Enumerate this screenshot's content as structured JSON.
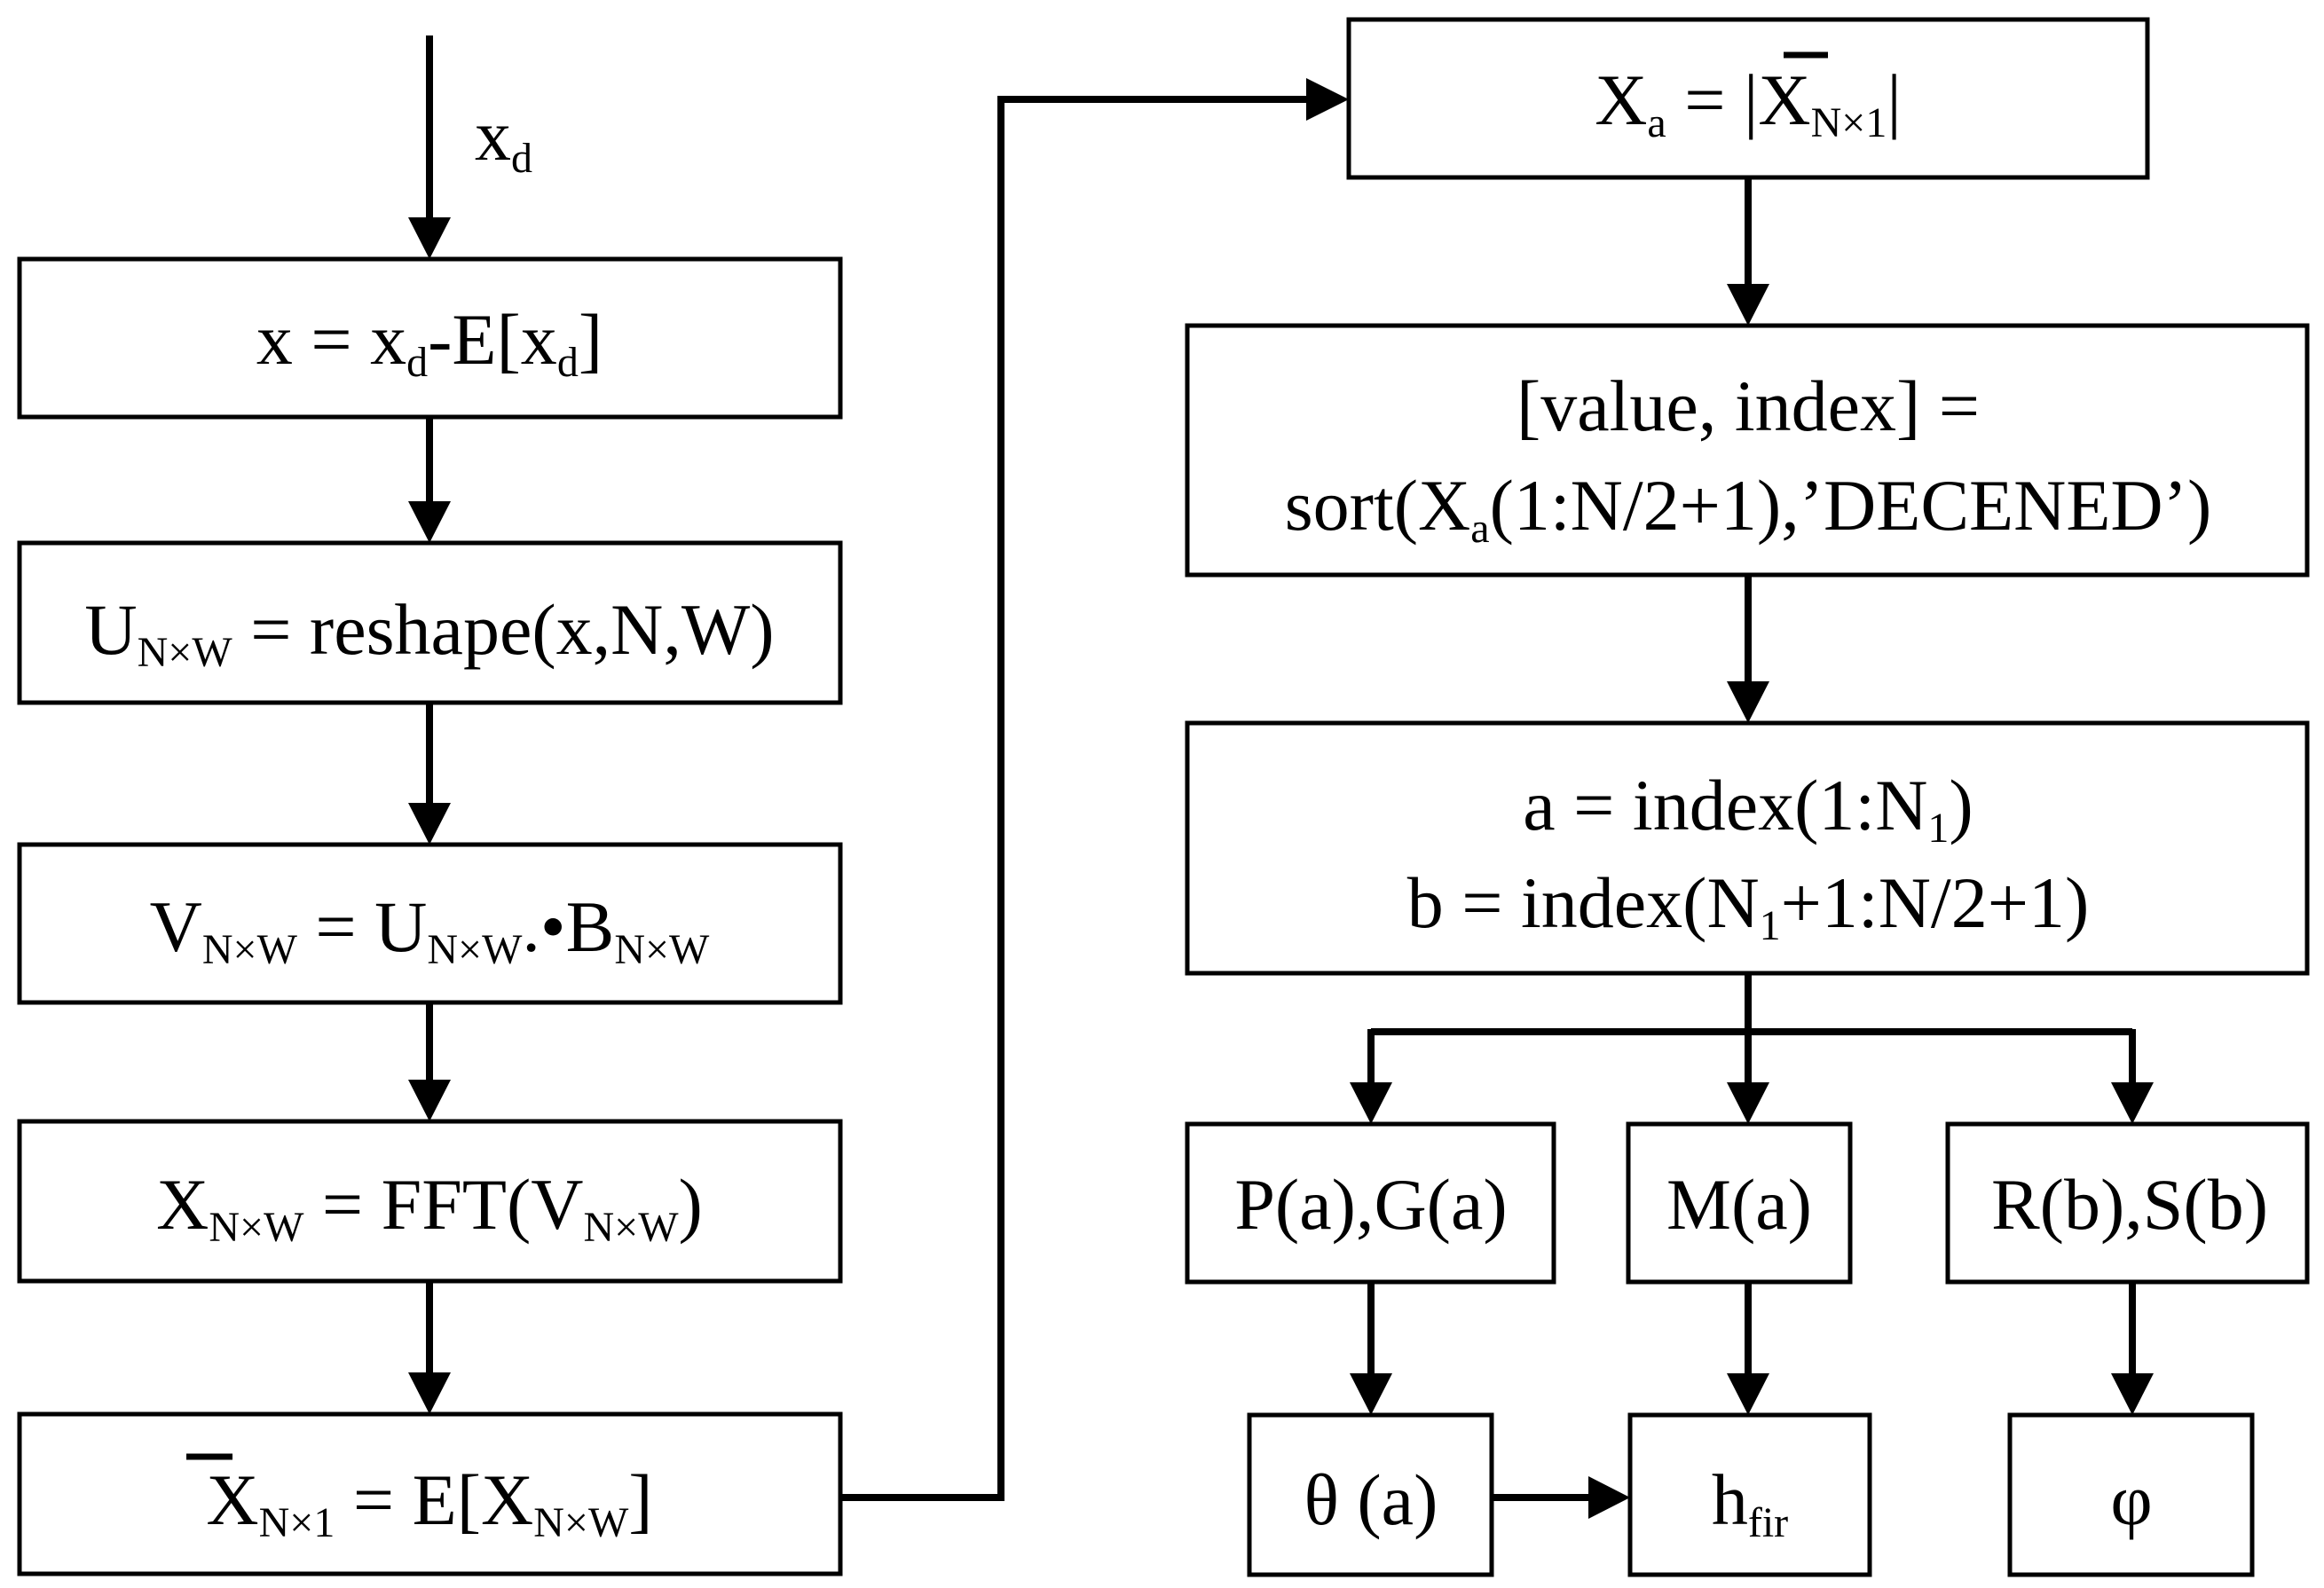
{
  "input": {
    "var": "x",
    "sub": "d"
  },
  "left": {
    "b1": {
      "p1": "x = x",
      "s1": "d",
      "p2": "-E[x",
      "s2": "d",
      "p3": "]"
    },
    "b2": {
      "p1": "U",
      "s1": "N×W",
      "p2": " = reshape(x,N,W)"
    },
    "b3": {
      "p1": "V",
      "s1": "N×W",
      "p2": " = U",
      "s2": "N×W",
      "p3": ".•B",
      "s3": "N×W"
    },
    "b4": {
      "p1": "X",
      "s1": "N×W",
      "p2": " = FFT(V",
      "s2": "N×W",
      "p3": ")"
    },
    "b5": {
      "p1": "X",
      "s1": "N×1",
      "p2": " = E[X",
      "s2": "N×W",
      "p3": "]"
    }
  },
  "right": {
    "b1": {
      "p1": "X",
      "s1": "a",
      "p2": " = |X",
      "s2": "N×1",
      "p3": "|"
    },
    "b2": {
      "line1": "[value, index] =",
      "p1": "sort(X",
      "s1": "a",
      "p2": "(1:N/2+1),’DECENED’)"
    },
    "b3": {
      "p1": "a = index(1:N",
      "s1": "1",
      "p2": ")",
      "p3": "b = index(N",
      "s2": "1",
      "p4": "+1:N/2+1)"
    },
    "pg": "P(a),G(a)",
    "m": "M(a)",
    "rs": "R(b),S(b)",
    "theta": "θ (a)",
    "h": {
      "p1": "h",
      "s1": "fir"
    },
    "phi": "φ"
  }
}
